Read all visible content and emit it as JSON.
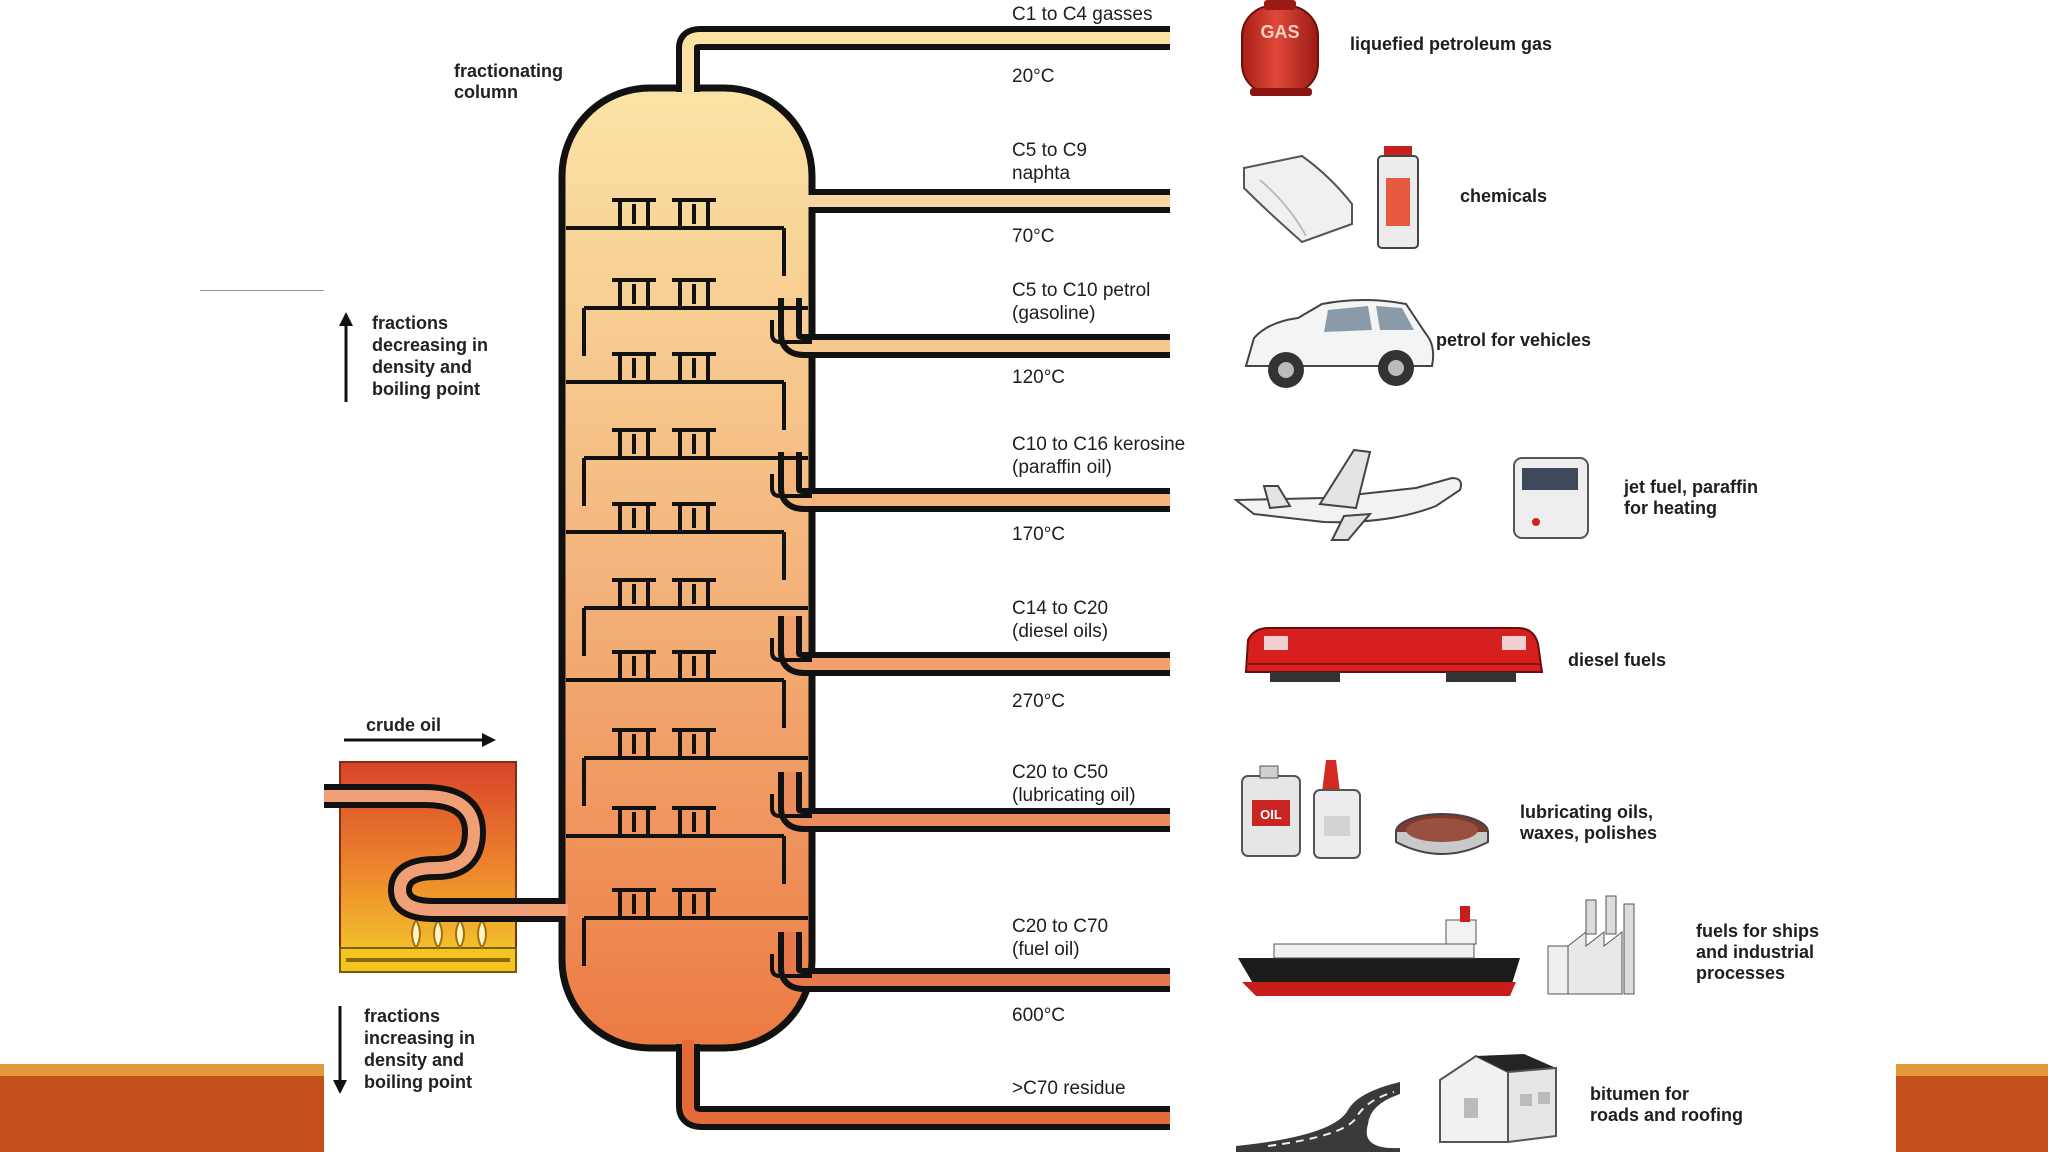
{
  "column_label": [
    "fractionating",
    "column"
  ],
  "up_label": [
    "fractions",
    "decreasing in",
    "density and",
    "boiling point"
  ],
  "down_label": [
    "fractions",
    "increasing in",
    "density and",
    "boiling point"
  ],
  "crude_oil_label": "crude oil",
  "gas_tank_text": "GAS",
  "oil_can_text": "OIL",
  "temperatures": [
    "20°C",
    "70°C",
    "120°C",
    "170°C",
    "270°C",
    "600°C"
  ],
  "fractions": [
    {
      "line1": "C1 to C4 gasses",
      "line2": ""
    },
    {
      "line1": "C5 to C9",
      "line2": "naphta"
    },
    {
      "line1": "C5 to C10 petrol",
      "line2": "(gasoline)"
    },
    {
      "line1": "C10 to C16 kerosine",
      "line2": "(paraffin oil)"
    },
    {
      "line1": "C14 to C20",
      "line2": "(diesel oils)"
    },
    {
      "line1": "C20 to C50",
      "line2": "(lubricating oil)"
    },
    {
      "line1": "C20 to C70",
      "line2": "(fuel oil)"
    },
    {
      "line1": ">C70 residue",
      "line2": ""
    }
  ],
  "uses": [
    {
      "line1": "liquefied petroleum gas",
      "line2": "",
      "line3": "",
      "icon": "gas-cylinder"
    },
    {
      "line1": "chemicals",
      "line2": "",
      "line3": "",
      "icon": "chemicals"
    },
    {
      "line1": "petrol for vehicles",
      "line2": "",
      "line3": "",
      "icon": "car"
    },
    {
      "line1": "jet fuel, paraffin",
      "line2": "for heating",
      "line3": "",
      "icon": "airplane-heater"
    },
    {
      "line1": "diesel fuels",
      "line2": "",
      "line3": "",
      "icon": "train"
    },
    {
      "line1": "lubricating oils,",
      "line2": "waxes, polishes",
      "line3": "",
      "icon": "oil-cans"
    },
    {
      "line1": "fuels for ships",
      "line2": "and industrial",
      "line3": "processes",
      "icon": "ship-factory"
    },
    {
      "line1": "bitumen for",
      "line2": "roads and roofing",
      "line3": "",
      "icon": "road-house"
    }
  ],
  "colors": {
    "slide_bar": "#c4511b",
    "slide_bar_top": "#e39a3a",
    "column_top": "#fbe3a6",
    "column_bottom": "#ec7a43",
    "furnace_top": "#d8432a",
    "furnace_bottom": "#f4d02a",
    "train_red": "#d5201f"
  }
}
